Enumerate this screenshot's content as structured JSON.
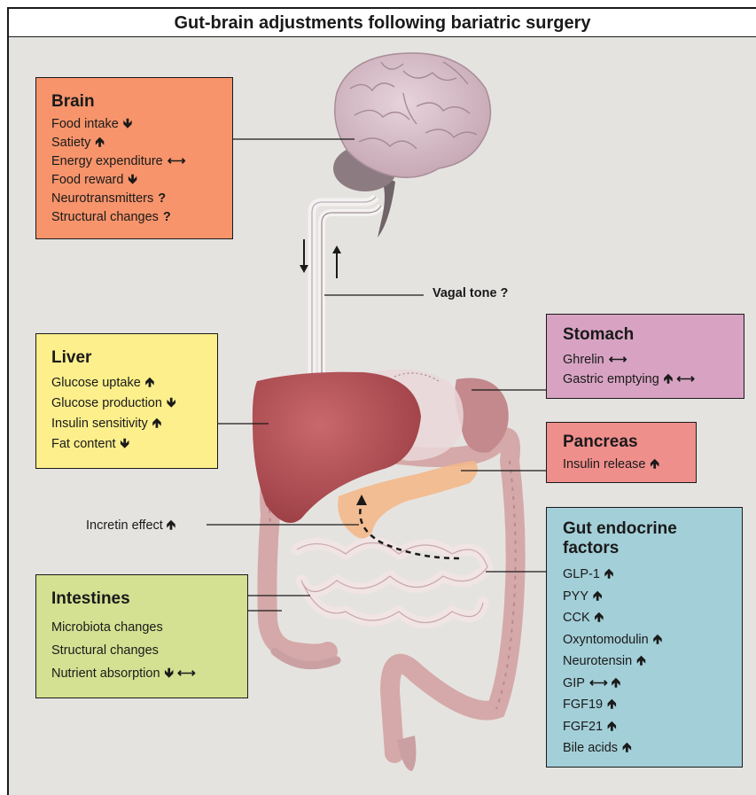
{
  "title": "Gut-brain adjustments following bariatric surgery",
  "brain": {
    "heading": "Brain",
    "items": [
      {
        "text": "Food intake",
        "marker": "🡻"
      },
      {
        "text": "Satiety",
        "marker": "🡹"
      },
      {
        "text": "Energy expenditure",
        "marker": "⟷"
      },
      {
        "text": "Food reward",
        "marker": "🡻"
      },
      {
        "text": "Neurotransmitters",
        "marker": "?"
      },
      {
        "text": "Structural changes",
        "marker": "?"
      }
    ]
  },
  "liver": {
    "heading": "Liver",
    "items": [
      {
        "text": "Glucose uptake",
        "marker": "🡹"
      },
      {
        "text": "Glucose production",
        "marker": "🡻"
      },
      {
        "text": "Insulin sensitivity",
        "marker": "🡹"
      },
      {
        "text": "Fat content",
        "marker": "🡻"
      }
    ]
  },
  "intestines": {
    "heading": "Intestines",
    "items": [
      {
        "text": "Microbiota changes",
        "marker": ""
      },
      {
        "text": "Structural changes",
        "marker": ""
      },
      {
        "text": "Nutrient absorption",
        "marker": "🡻 ⟷"
      }
    ]
  },
  "stomach": {
    "heading": "Stomach",
    "items": [
      {
        "text": "Ghrelin",
        "marker": "⟷"
      },
      {
        "text": "Gastric emptying",
        "marker": "🡹 ⟷"
      }
    ]
  },
  "pancreas": {
    "heading": "Pancreas",
    "items": [
      {
        "text": "Insulin release",
        "marker": "🡹"
      }
    ]
  },
  "gut_endocrine": {
    "heading_line1": "Gut endocrine",
    "heading_line2": "factors",
    "items": [
      {
        "text": "GLP-1",
        "marker": "🡹"
      },
      {
        "text": "PYY",
        "marker": "🡹"
      },
      {
        "text": "CCK",
        "marker": "🡹"
      },
      {
        "text": "Oxyntomodulin",
        "marker": "🡹"
      },
      {
        "text": "Neurotensin",
        "marker": "🡹"
      },
      {
        "text": "GIP",
        "marker": "⟷ 🡹"
      },
      {
        "text": "FGF19",
        "marker": "🡹"
      },
      {
        "text": "FGF21",
        "marker": "🡹"
      },
      {
        "text": "Bile acids",
        "marker": "🡹"
      }
    ]
  },
  "vagal_label": "Vagal tone ?",
  "incretin_label": {
    "text": "Incretin effect",
    "marker": "🡹"
  },
  "colors": {
    "brain_box": "#f7946b",
    "liver_box": "#fcef8c",
    "intestines_box": "#d4e192",
    "stomach_box": "#d8a3c3",
    "pancreas_box": "#ef8f8c",
    "gut_box": "#a3cfd8",
    "background": "#e5e3e0",
    "liver_organ": "#b8555a",
    "brain_organ": "#d8c2cb"
  }
}
